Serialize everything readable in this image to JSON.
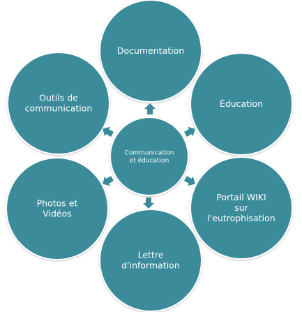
{
  "diagram": {
    "center": {
      "lines": [
        "Communication",
        "et éducation"
      ]
    },
    "nodes": [
      {
        "id": "documentation",
        "lines": [
          "Documentation"
        ]
      },
      {
        "id": "education",
        "lines": [
          "Éducation"
        ]
      },
      {
        "id": "portail-wiki",
        "lines": [
          "Portail WIKI",
          "sur",
          "l'eutrophisation"
        ]
      },
      {
        "id": "lettre",
        "lines": [
          "Lettre",
          "d'information"
        ]
      },
      {
        "id": "photos",
        "lines": [
          "Photos et",
          "Vidéos"
        ]
      },
      {
        "id": "outils",
        "lines": [
          "Outils de",
          "communication"
        ]
      }
    ],
    "colors": {
      "node_fill": "#3A8B9A",
      "node_stroke": "#ffffff",
      "arrow_fill": "#3A8B9A",
      "text": "#ffffff"
    }
  }
}
